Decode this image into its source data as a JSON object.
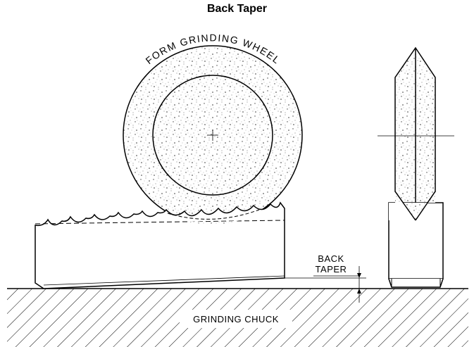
{
  "title": "Back Taper",
  "labels": {
    "wheel": "FORM GRINDING WHEEL",
    "back_taper_line1": "BACK",
    "back_taper_line2": "TAPER",
    "chuck": "GRINDING CHUCK"
  }
}
